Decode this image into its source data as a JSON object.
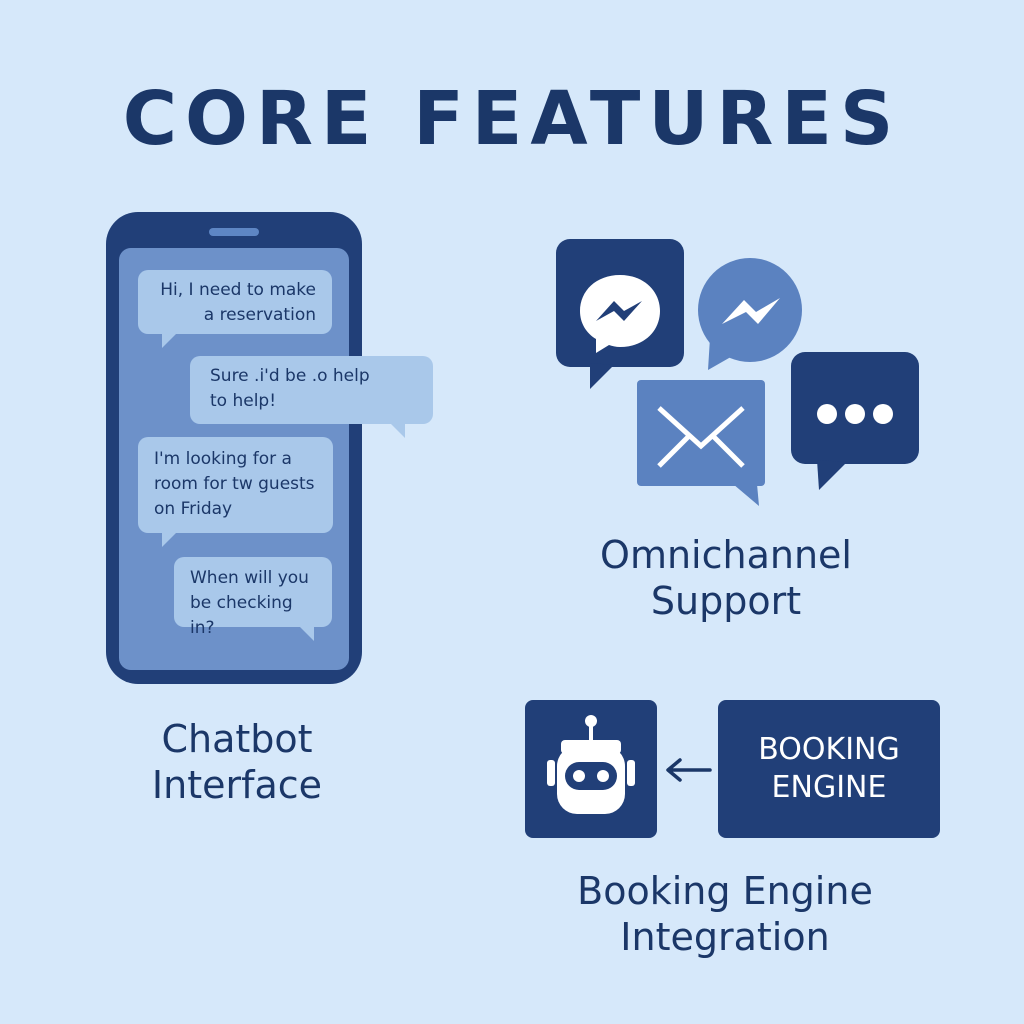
{
  "title": "CORE FEATURES",
  "chat": {
    "messages": [
      {
        "line1": "Hi, I need to make",
        "line2": "a reservation"
      },
      {
        "line1": "Sure .i'd be    .o help",
        "line2": "to help!"
      },
      {
        "line1": "I'm looking for a",
        "line2": "room for tw guests",
        "line3": "on Friday"
      },
      {
        "line1": "When will you",
        "line2": "be checking in?"
      }
    ]
  },
  "captions": {
    "chatbot_line1": "Chatbot",
    "chatbot_line2": "Interface",
    "omni_line1": "Omnichannel",
    "omni_line2": "Support",
    "booking_line1": "Booking Engine",
    "booking_line2": "Integration"
  },
  "booking_engine": {
    "line1": "BOOKING",
    "line2": "ENGINE"
  },
  "icons": {
    "messenger_dark": "messenger-icon",
    "messenger_light": "messenger-icon",
    "mail": "envelope-icon",
    "dots": "chat-dots-icon",
    "robot": "robot-icon",
    "arrow": "arrow-left-icon"
  },
  "colors": {
    "background": "#d6e8fa",
    "navy": "#213f78",
    "mid_blue": "#5b82c0",
    "bubble": "#a9c8ea",
    "text": "#1b3768"
  }
}
